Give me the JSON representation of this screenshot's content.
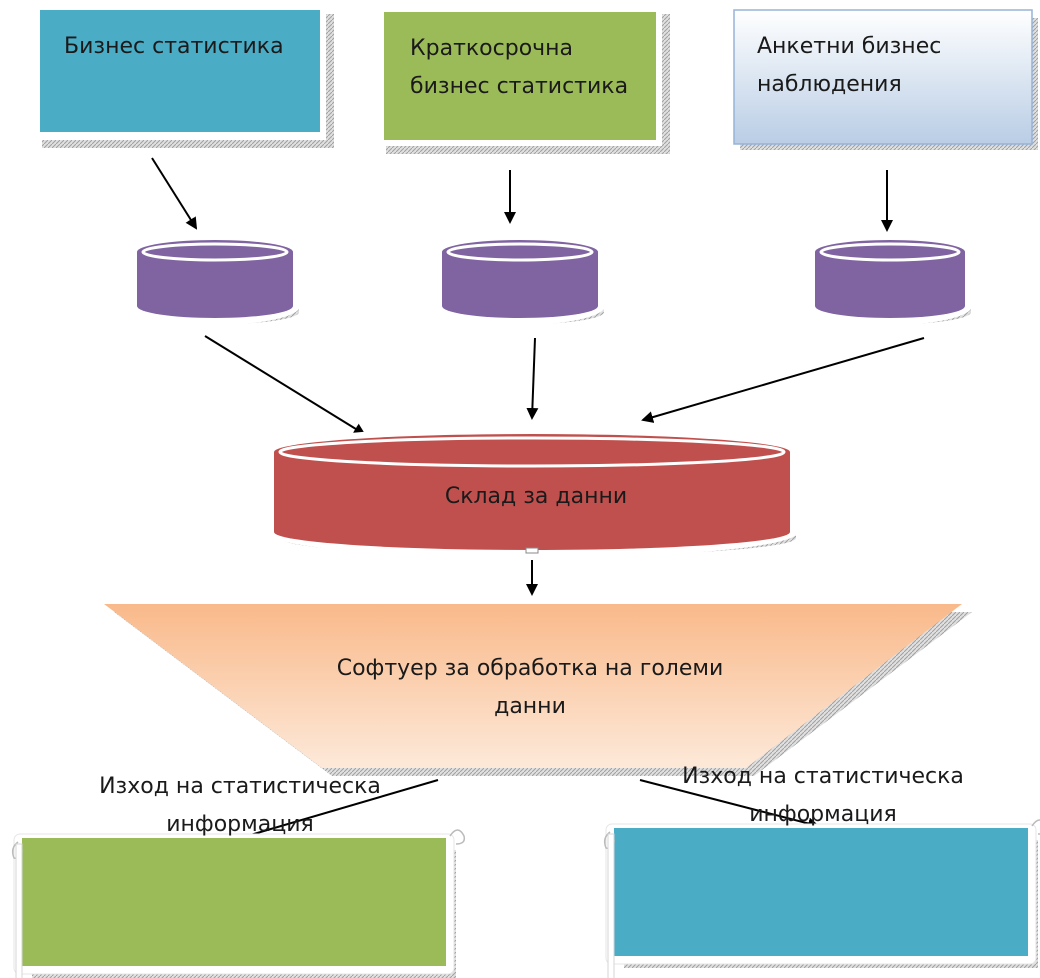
{
  "sources": [
    {
      "lines": [
        "Бизнес статистика"
      ],
      "color": "#4bacc6"
    },
    {
      "lines": [
        "Краткосрочна",
        "бизнес статистика"
      ],
      "color": "#9bbb59"
    },
    {
      "lines": [
        "Анкетни бизнес",
        "наблюдения"
      ],
      "color": "#dce6f2"
    }
  ],
  "databases": {
    "color": "#8064a2",
    "count": 3
  },
  "warehouse": {
    "label": "Склад за данни",
    "color": "#c0504d"
  },
  "software": {
    "lines": [
      "Софтуер за обработка на големи",
      "данни"
    ],
    "color": "#fac090"
  },
  "outputs": [
    {
      "lines": [
        "Изход на статистическа",
        "информация"
      ],
      "color": "#9bbb59"
    },
    {
      "lines": [
        "Изход на статистическа",
        "информация"
      ],
      "color": "#4bacc6"
    }
  ]
}
